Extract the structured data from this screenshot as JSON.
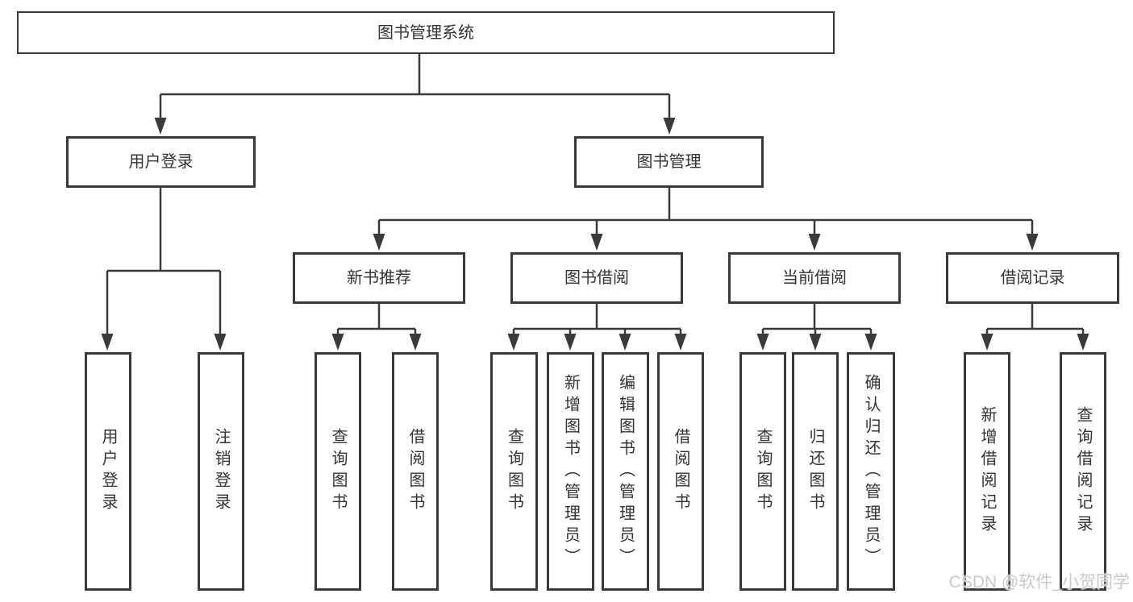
{
  "diagram": {
    "root": {
      "label": "图书管理系统"
    },
    "level2": [
      {
        "label": "用户登录"
      },
      {
        "label": "图书管理"
      }
    ],
    "level3": [
      {
        "label": "新书推荐"
      },
      {
        "label": "图书借阅"
      },
      {
        "label": "当前借阅"
      },
      {
        "label": "借阅记录"
      }
    ],
    "leaves": {
      "user_login": [
        "用户登录",
        "注销登录"
      ],
      "new_book": [
        "查询图书",
        "借阅图书"
      ],
      "book_borrow": [
        "查询图书",
        "新增图书（管理员）",
        "编辑图书（管理员）",
        "借阅图书"
      ],
      "current_borrow": [
        "查询图书",
        "归还图书",
        "确认归还（管理员）"
      ],
      "borrow_record": [
        "新增借阅记录",
        "查询借阅记录"
      ]
    }
  },
  "watermark": {
    "text": "CSDN @软件_小贺同学",
    "color": "#c9c9c9"
  },
  "colors": {
    "line": "#3a3a3a",
    "text": "#333333",
    "background": "#ffffff"
  }
}
